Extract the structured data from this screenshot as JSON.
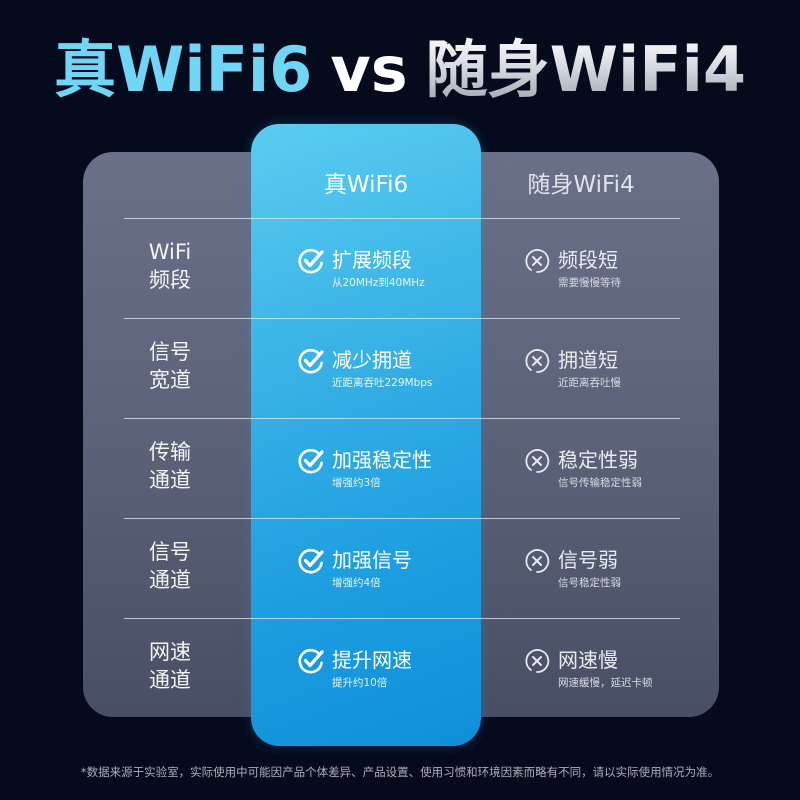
{
  "title": {
    "part1": "真WiFi6",
    "vs": "vs",
    "part2": "随身WiFi4"
  },
  "columns": {
    "good_header": "真WiFi6",
    "bad_header": "随身WiFi4"
  },
  "icons": {
    "good": "check-circle-icon",
    "bad": "x-circle-icon"
  },
  "colors": {
    "background": "#050a1c",
    "title_accent": "#6fd6f6",
    "blue_column_top": "#5acdf0",
    "blue_column_bottom": "#0f8fd9",
    "panel_gray": "#5c6279"
  },
  "rows": [
    {
      "label_line1": "WiFi",
      "label_line2": "频段",
      "good_main": "扩展频段",
      "good_sub": "从20MHz到40MHz",
      "bad_main": "频段短",
      "bad_sub": "需要慢慢等待"
    },
    {
      "label_line1": "信号",
      "label_line2": "宽道",
      "good_main": "减少拥道",
      "good_sub": "近距离吞吐229Mbps",
      "bad_main": "拥道短",
      "bad_sub": "近距离吞吐慢"
    },
    {
      "label_line1": "传输",
      "label_line2": "通道",
      "good_main": "加强稳定性",
      "good_sub": "增强约3倍",
      "bad_main": "稳定性弱",
      "bad_sub": "信号传输稳定性弱"
    },
    {
      "label_line1": "信号",
      "label_line2": "通道",
      "good_main": "加强信号",
      "good_sub": "增强约4倍",
      "bad_main": "信号弱",
      "bad_sub": "信号稳定性弱"
    },
    {
      "label_line1": "网速",
      "label_line2": "通道",
      "good_main": "提升网速",
      "good_sub": "提升约10倍",
      "bad_main": "网速慢",
      "bad_sub": "网速缓慢，延迟卡顿"
    }
  ],
  "footnote": "*数据来源于实验室，实际使用中可能因产品个体差异、产品设置、使用习惯和环境因素而略有不同，请以实际使用情况为准。"
}
